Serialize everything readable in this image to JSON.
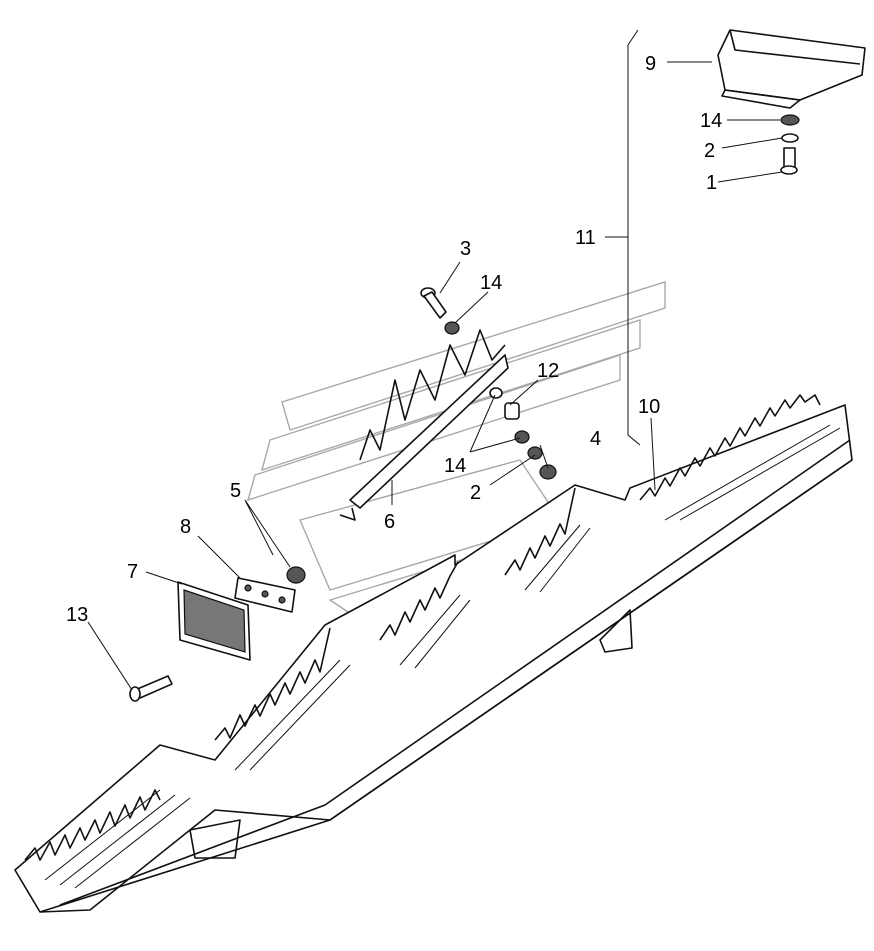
{
  "callouts": [
    {
      "id": "c1",
      "label": "1"
    },
    {
      "id": "c2a",
      "label": "2"
    },
    {
      "id": "c2b",
      "label": "2"
    },
    {
      "id": "c3",
      "label": "3"
    },
    {
      "id": "c4",
      "label": "4"
    },
    {
      "id": "c5",
      "label": "5"
    },
    {
      "id": "c6",
      "label": "6"
    },
    {
      "id": "c7",
      "label": "7"
    },
    {
      "id": "c8",
      "label": "8"
    },
    {
      "id": "c9",
      "label": "9"
    },
    {
      "id": "c10",
      "label": "10"
    },
    {
      "id": "c11",
      "label": "11"
    },
    {
      "id": "c12",
      "label": "12"
    },
    {
      "id": "c13",
      "label": "13"
    },
    {
      "id": "c14a",
      "label": "14"
    },
    {
      "id": "c14b",
      "label": "14"
    },
    {
      "id": "c14c",
      "label": "14"
    }
  ]
}
